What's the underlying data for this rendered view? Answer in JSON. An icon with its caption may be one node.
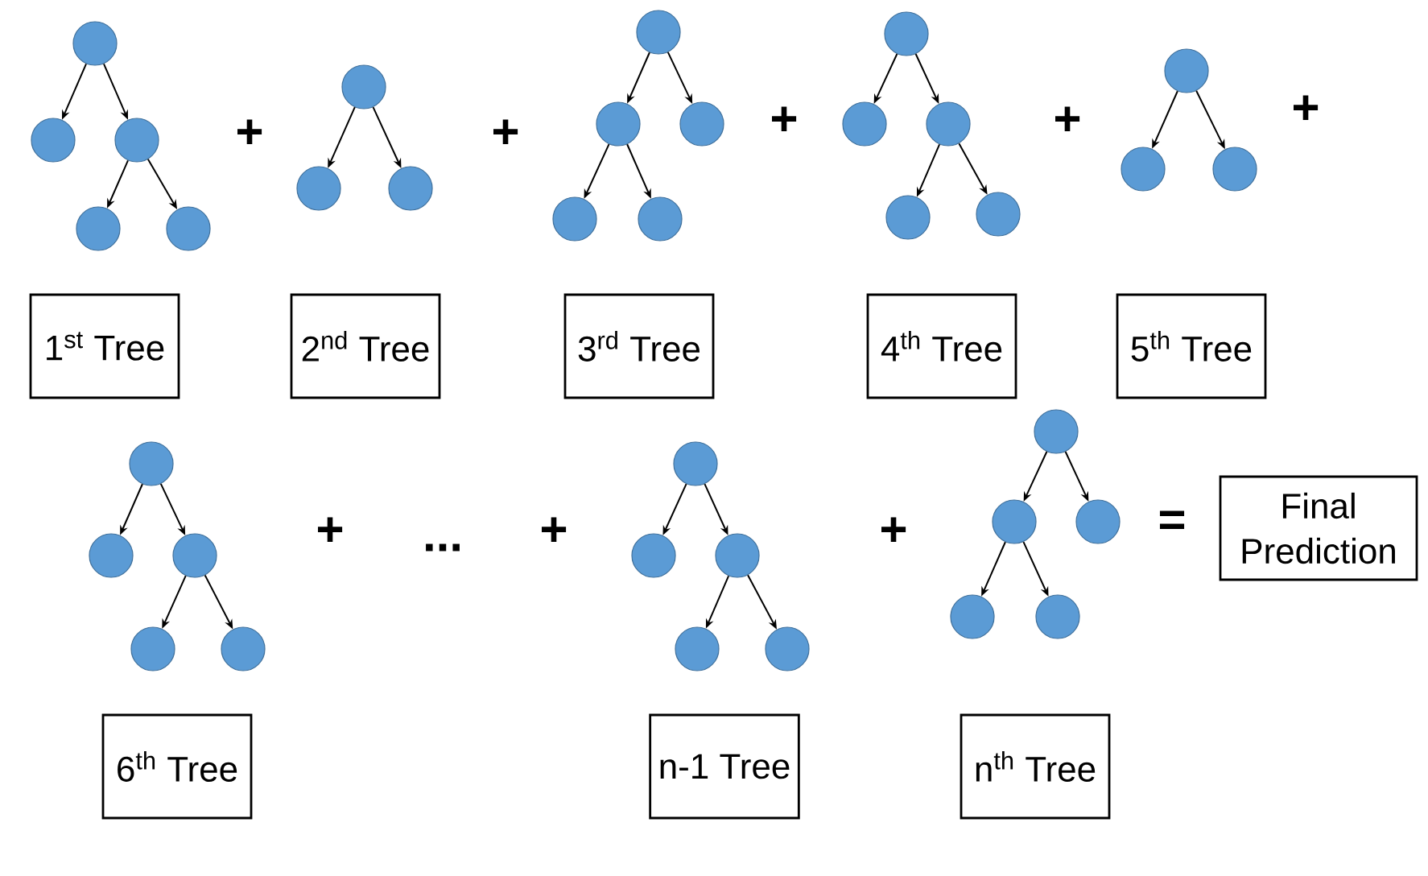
{
  "diagram": {
    "nodes": [
      {
        "text": [],
        "shape": "circle"
      },
      {
        "text": [],
        "shape": "circle"
      },
      {
        "text": [],
        "shape": "circle"
      },
      {
        "text": [],
        "shape": "circle"
      },
      {
        "text": [],
        "shape": "circle"
      },
      {
        "text": [
          "1$^{st}$ Tree"
        ]
      },
      {
        "text": [],
        "shape": "circle"
      },
      {
        "text": [],
        "shape": "circle"
      },
      {
        "text": [],
        "shape": "circle"
      },
      {
        "text": [
          "2$^{nd}$ Tree"
        ]
      },
      {
        "text": [],
        "shape": "circle"
      },
      {
        "text": [],
        "shape": "circle"
      },
      {
        "text": [],
        "shape": "circle"
      },
      {
        "text": [],
        "shape": "circle"
      },
      {
        "text": [],
        "shape": "circle"
      },
      {
        "text": [
          "3$^{rd}$ Tree"
        ]
      },
      {
        "text": [],
        "shape": "circle"
      },
      {
        "text": [],
        "shape": "circle"
      },
      {
        "text": [],
        "shape": "circle"
      },
      {
        "text": [],
        "shape": "circle"
      },
      {
        "text": [],
        "shape": "circle"
      },
      {
        "text": [
          "4$^{th}$ Tree"
        ]
      },
      {
        "text": [],
        "shape": "circle"
      },
      {
        "text": [],
        "shape": "circle"
      },
      {
        "text": [],
        "shape": "circle"
      },
      {
        "text": [
          "5$^{th}$ Tree"
        ]
      },
      {
        "text": [],
        "shape": "circle"
      },
      {
        "text": [],
        "shape": "circle"
      },
      {
        "text": [],
        "shape": "circle"
      },
      {
        "text": [],
        "shape": "circle"
      },
      {
        "text": [],
        "shape": "circle"
      },
      {
        "text": [
          "6$^{th}$ Tree"
        ]
      },
      {
        "text": [],
        "shape": "circle"
      },
      {
        "text": [],
        "shape": "circle"
      },
      {
        "text": [],
        "shape": "circle"
      },
      {
        "text": [],
        "shape": "circle"
      },
      {
        "text": [],
        "shape": "circle"
      },
      {
        "text": [
          "n-1 Tree"
        ]
      },
      {
        "text": [],
        "shape": "circle"
      },
      {
        "text": [],
        "shape": "circle"
      },
      {
        "text": [],
        "shape": "circle"
      },
      {
        "text": [],
        "shape": "circle"
      },
      {
        "text": [],
        "shape": "circle"
      },
      {
        "text": [
          "n$^{th}$ Tree"
        ]
      },
      {
        "text": [
          "Final Prediction"
        ]
      }
    ],
    "edges": [
      {
        "from": 0,
        "to": 1,
        "arrow": "to"
      },
      {
        "from": 0,
        "to": 2,
        "arrow": "to"
      },
      {
        "from": 2,
        "to": 3,
        "arrow": "to"
      },
      {
        "from": 2,
        "to": 4,
        "arrow": "to"
      },
      {
        "from": 6,
        "to": 7,
        "arrow": "to"
      },
      {
        "from": 6,
        "to": 8,
        "arrow": "to"
      },
      {
        "from": 10,
        "to": 11,
        "arrow": "to"
      },
      {
        "from": 10,
        "to": 12,
        "arrow": "to"
      },
      {
        "from": 11,
        "to": 13,
        "arrow": "to"
      },
      {
        "from": 11,
        "to": 14,
        "arrow": "to"
      },
      {
        "from": 16,
        "to": 17,
        "arrow": "to"
      },
      {
        "from": 16,
        "to": 18,
        "arrow": "to"
      },
      {
        "from": 18,
        "to": 19,
        "arrow": "to"
      },
      {
        "from": 18,
        "to": 20,
        "arrow": "to"
      },
      {
        "from": 22,
        "to": 23,
        "arrow": "to"
      },
      {
        "from": 22,
        "to": 24,
        "arrow": "to"
      },
      {
        "from": 26,
        "to": 27,
        "arrow": "to"
      },
      {
        "from": 26,
        "to": 28,
        "arrow": "to"
      },
      {
        "from": 28,
        "to": 29,
        "arrow": "to"
      },
      {
        "from": 28,
        "to": 30,
        "arrow": "to"
      },
      {
        "from": 32,
        "to": 33,
        "arrow": "to"
      },
      {
        "from": 32,
        "to": 34,
        "arrow": "to"
      },
      {
        "from": 34,
        "to": 35,
        "arrow": "to"
      },
      {
        "from": 34,
        "to": 36,
        "arrow": "to"
      },
      {
        "from": 38,
        "to": 39,
        "arrow": "to"
      },
      {
        "from": 38,
        "to": 40,
        "arrow": "to"
      },
      {
        "from": 39,
        "to": 41,
        "arrow": "to"
      },
      {
        "from": 39,
        "to": 42,
        "arrow": "to"
      }
    ],
    "labels": [
      "+",
      "+",
      "+",
      "+",
      "+",
      "+",
      "...",
      "+",
      "+",
      "="
    ]
  }
}
